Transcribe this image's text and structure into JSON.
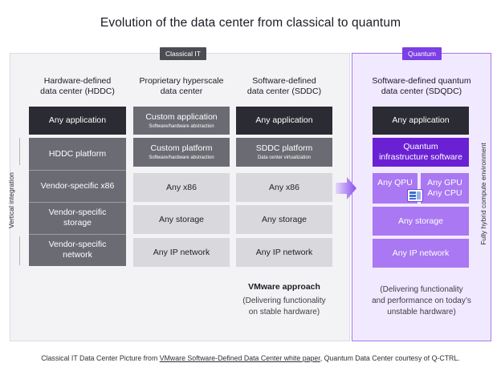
{
  "title": "Evolution of the data center from classical to quantum",
  "tags": {
    "classical": "Classical IT",
    "quantum": "Quantum"
  },
  "columns": [
    {
      "head": [
        "Hardware-defined",
        "data center (HDDC)"
      ]
    },
    {
      "head": [
        "Proprietary hyperscale",
        "data center"
      ]
    },
    {
      "head": [
        "Software-defined",
        "data center (SDDC)"
      ]
    },
    {
      "head": [
        "Software-defined quantum",
        "data center (SDQDC)"
      ]
    }
  ],
  "hddc": {
    "app": "Any application",
    "platform": "HDDC platform",
    "x86": "Vendor-specific x86",
    "storage": [
      "Vendor-specific",
      "storage"
    ],
    "network": [
      "Vendor-specific",
      "network"
    ]
  },
  "hyperscale": {
    "app": "Custom application",
    "app_sub": "Software/hardware abstraction",
    "platform": "Custom platform",
    "platform_sub": "Software/hardware abstraction",
    "x86": "Any x86",
    "storage": "Any storage",
    "network": "Any IP network"
  },
  "sddc": {
    "app": "Any application",
    "platform": "SDDC platform",
    "platform_sub": "Data center virtualization",
    "x86": "Any x86",
    "storage": "Any storage",
    "network": "Any IP network"
  },
  "sdqdc": {
    "app": "Any application",
    "infra": [
      "Quantum",
      "infrastructure software"
    ],
    "qpu": "Any QPU",
    "gpu": "Any GPU",
    "cpu": "Any CPU",
    "storage": "Any storage",
    "network": "Any IP network"
  },
  "vertical_integration": "Vertical integration",
  "fully_hybrid": "Fully hybrid compute environment",
  "vmware": {
    "bold": "VMware approach",
    "note": [
      "(Delivering functionality",
      "on stable hardware)"
    ]
  },
  "quantum_note": [
    "(Delivering functionality",
    "and performance on today’s",
    "unstable hardware)"
  ],
  "footer": {
    "prefix": "Classical IT Data Center Picture from ",
    "link": "VMware Software-Defined Data Center white paper",
    "suffix": ", Quantum Data Center courtesy of Q-CTRL."
  },
  "colors": {
    "accent": "#7b3fe4",
    "dark_block": "#2b2b33",
    "classical_panel": "#f3f3f5",
    "quantum_panel": "#f1e9ff"
  }
}
